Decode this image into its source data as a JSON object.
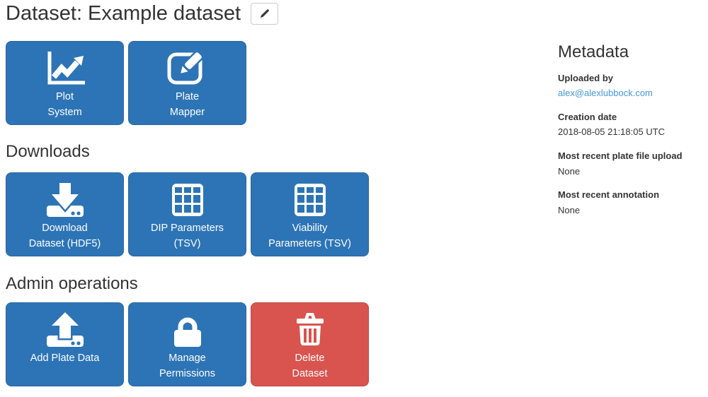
{
  "page": {
    "title": "Dataset: Example dataset",
    "edit_button_icon": "pencil-icon"
  },
  "sections": {
    "downloads_heading": "Downloads",
    "admin_heading": "Admin operations"
  },
  "tiles": {
    "main": [
      {
        "label": "Plot\nSystem",
        "icon": "chart-line-icon",
        "color": "primary"
      },
      {
        "label": "Plate\nMapper",
        "icon": "edit-square-icon",
        "color": "primary"
      }
    ],
    "downloads": [
      {
        "label": "Download\nDataset (HDF5)",
        "icon": "download-icon",
        "color": "primary"
      },
      {
        "label": "DIP Parameters\n(TSV)",
        "icon": "table-icon",
        "color": "primary"
      },
      {
        "label": "Viability\nParameters (TSV)",
        "icon": "table-icon",
        "color": "primary"
      }
    ],
    "admin": [
      {
        "label": "Add Plate Data",
        "icon": "upload-icon",
        "color": "primary"
      },
      {
        "label": "Manage\nPermissions",
        "icon": "lock-icon",
        "color": "primary"
      },
      {
        "label": "Delete\nDataset",
        "icon": "trash-icon",
        "color": "danger"
      }
    ]
  },
  "metadata": {
    "heading": "Metadata",
    "entries": [
      {
        "label": "Uploaded by",
        "value": "alex@alexlubbock.com",
        "is_link": true
      },
      {
        "label": "Creation date",
        "value": "2018-08-05 21:18:05 UTC",
        "is_link": false
      },
      {
        "label": "Most recent plate file upload",
        "value": "None",
        "is_link": false
      },
      {
        "label": "Most recent annotation",
        "value": "None",
        "is_link": false
      }
    ]
  },
  "colors": {
    "primary": "#2d74b6",
    "danger": "#d9534f",
    "link": "#4697d9"
  }
}
